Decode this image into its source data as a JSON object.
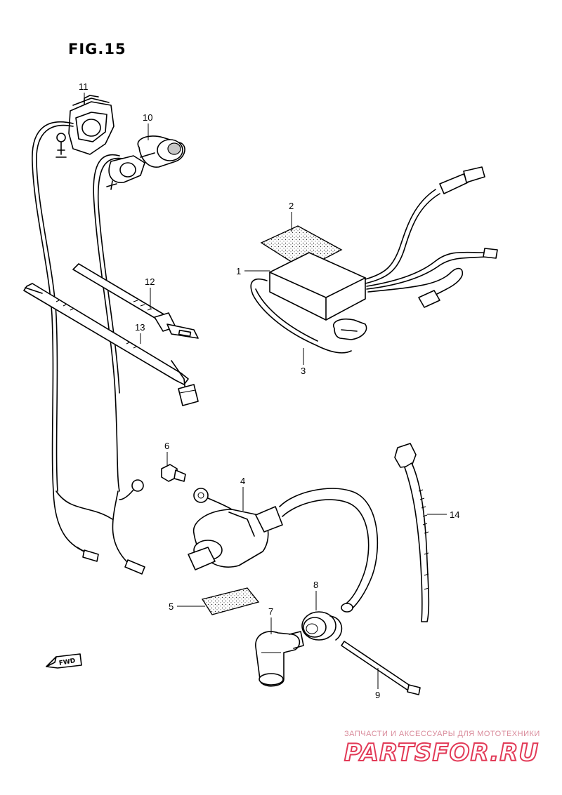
{
  "figure": {
    "title": "FIG.15"
  },
  "callouts": [
    "1",
    "2",
    "3",
    "4",
    "5",
    "6",
    "7",
    "8",
    "9",
    "10",
    "11",
    "12",
    "13",
    "14"
  ],
  "fwd_badge": {
    "label": "FWD"
  },
  "watermark": {
    "caption": "ЗАПЧАСТИ И АКСЕССУАРЫ ДЛЯ МОТОТЕХНИКИ",
    "logo": "PARTSFOR.RU",
    "color": "#e23a57"
  }
}
